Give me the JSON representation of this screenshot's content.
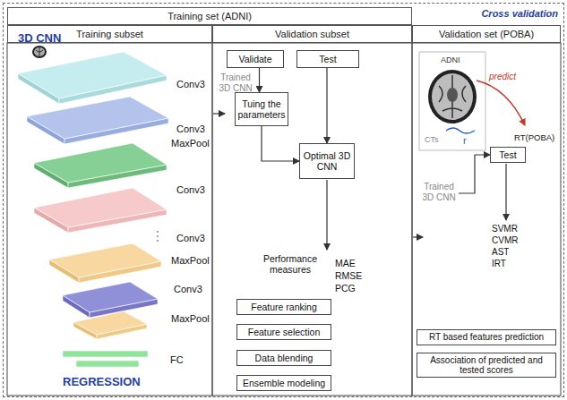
{
  "diagram": {
    "nodes": [
      {
        "text": [
          "Cross validation"
        ]
      },
      {
        "text": [
          "Training set (ADNI)"
        ],
        "in": 0
      },
      {
        "text": [
          "Training subset"
        ],
        "in": 0
      },
      {
        "text": [
          "Validation subset"
        ],
        "in": 0
      },
      {
        "text": [
          "Validation set (POBA)"
        ],
        "in": 0
      },
      {
        "text": [
          "Validate"
        ],
        "in": 0
      },
      {
        "text": [
          "Test"
        ],
        "in": 0
      },
      {
        "text": [
          "Tuing the parameters"
        ],
        "in": 0
      },
      {
        "text": [
          "Optimal 3D CNN"
        ],
        "in": 0
      },
      {
        "text": [
          "Feature ranking"
        ],
        "in": 0
      },
      {
        "text": [
          "Feature selection"
        ],
        "in": 0
      },
      {
        "text": [
          "Data blending"
        ],
        "in": 0
      },
      {
        "text": [
          "Ensemble modeling"
        ],
        "in": 0
      },
      {
        "text": [
          "Test"
        ],
        "in": 0
      },
      {
        "text": [
          "RT based features prediction"
        ],
        "in": 0
      },
      {
        "text": [
          "Association of predicted and tested scores"
        ],
        "in": 0
      }
    ],
    "edges": [
      {
        "from": 5,
        "to": 7,
        "arrow": "to"
      },
      {
        "from": 7,
        "to": 8,
        "arrow": "to"
      },
      {
        "from": 6,
        "to": 8,
        "arrow": "to"
      }
    ],
    "labels": [
      "3D CNN",
      "Conv3",
      "Conv3",
      "MaxPool",
      "Conv3",
      "Conv3",
      "MaxPool",
      "Conv3",
      "MaxPool",
      "FC",
      "REGRESSION",
      "Trained 3D CNN",
      "Performance measures",
      "MAE",
      "RMSE",
      "PCG",
      "ADNI",
      "predict",
      "CTs",
      "r",
      "RT(POBA)",
      "Trained 3D CNN",
      "SVMR",
      "CVMR",
      "AST",
      "IRT"
    ]
  }
}
